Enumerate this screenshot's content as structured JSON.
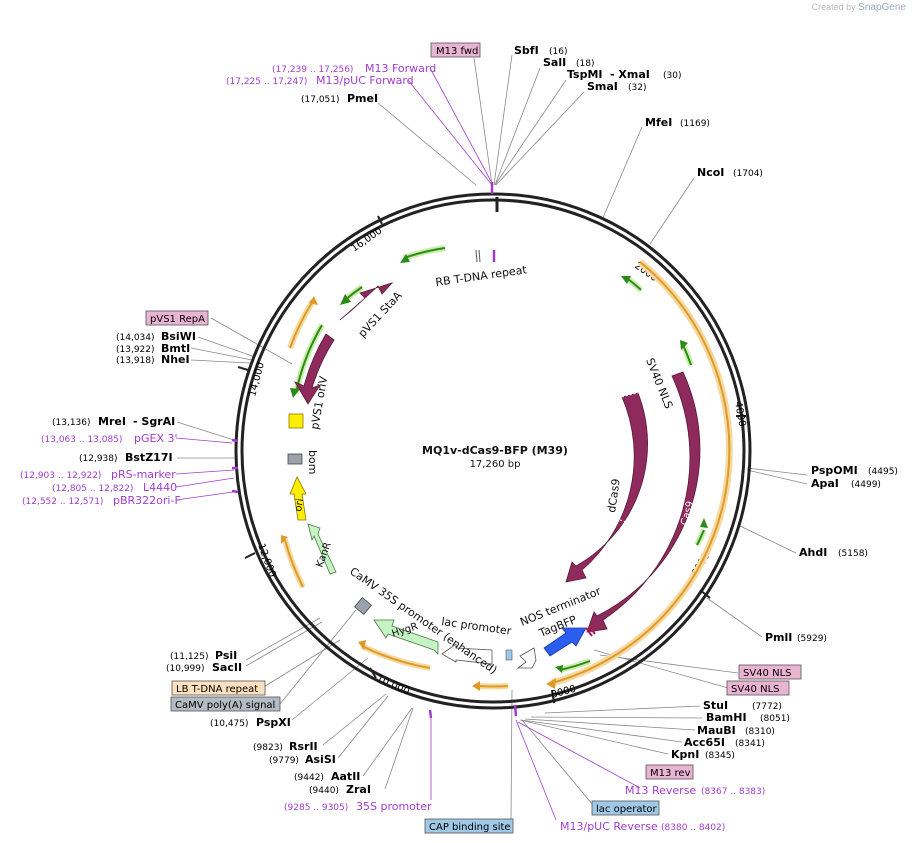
{
  "credit": {
    "prefix": "Created by",
    "brand": "SnapGene"
  },
  "map": {
    "name": "MQ1v-dCas9-BFP (M39)",
    "length": "17,260 bp",
    "ticks": [
      "2000",
      "4000",
      "6000",
      "8000",
      "10,000",
      "12,000",
      "14,000",
      "16,000"
    ]
  },
  "features": [
    {
      "label": "RB T-DNA repeat"
    },
    {
      "label": "pVS1 StaA"
    },
    {
      "label": "pVS1 oriV"
    },
    {
      "label": "bom"
    },
    {
      "label": "ori"
    },
    {
      "label": "KanR"
    },
    {
      "label": "CaMV 35S promoter (enhanced)"
    },
    {
      "label": "HygR"
    },
    {
      "label": "lac promoter"
    },
    {
      "label": "NOS terminator"
    },
    {
      "label": "TagBFP"
    },
    {
      "label": "dCas9"
    },
    {
      "label": "Cas9"
    },
    {
      "label": "SV40 NLS"
    }
  ],
  "annotations": {
    "m13fwd": "M13 fwd",
    "sbfI": "SbfI",
    "sbfI_pos": "(16)",
    "salI": "SalI",
    "salI_pos": "(18)",
    "tspMI": "TspMI",
    "xmaI": "- XmaI",
    "tspMI_pos": "(30)",
    "smaI": "SmaI",
    "smaI_pos": "(32)",
    "mfeI": "MfeI",
    "mfeI_pos": "(1169)",
    "ncoI": "NcoI",
    "ncoI_pos": "(1704)",
    "m13forward_pos": "(17,239 .. 17,256)",
    "m13forward": "M13 Forward",
    "m13puc_pos": "(17,225 .. 17,247)",
    "m13puc": "M13/pUC Forward",
    "pmeI_pos": "(17,051)",
    "pmeI": "PmeI",
    "pvs1repa": "pVS1 RepA",
    "bsiWI_pos": "(14,034)",
    "bsiWI": "BsiWI",
    "bmtI_pos": "(13,922)",
    "bmtI": "BmtI",
    "nheI_pos": "(13,918)",
    "nheI": "NheI",
    "mreI_pos": "(13,136)",
    "mreI": "MreI",
    "sgrAI": "- SgrAI",
    "pgex_pos": "(13,063 .. 13,085)",
    "pgex": "pGEX 3'",
    "bstZ17I_pos": "(12,938)",
    "bstZ17I": "BstZ17I",
    "prsmarker_pos": "(12,903 .. 12,922)",
    "prsmarker": "pRS-marker",
    "l4440_pos": "(12,805 .. 12,822)",
    "l4440": "L4440",
    "pbr_pos": "(12,552 .. 12,571)",
    "pbr": "pBR322ori-F",
    "pspOMI": "PspOMI",
    "pspOMI_pos": "(4495)",
    "apaI": "ApaI",
    "apaI_pos": "(4499)",
    "ahdI": "AhdI",
    "ahdI_pos": "(5158)",
    "pmlI": "PmlI",
    "pmlI_pos": "(5929)",
    "sv40nls_a": "SV40 NLS",
    "sv40nls_b": "SV40 NLS",
    "stuI": "StuI",
    "stuI_pos": "(7772)",
    "bamHI": "BamHI",
    "bamHI_pos": "(8051)",
    "mauBI": "MauBI",
    "mauBI_pos": "(8310)",
    "acc65I": "Acc65I",
    "acc65I_pos": "(8341)",
    "kpnI": "KpnI",
    "kpnI_pos": "(8345)",
    "m13rev": "M13 rev",
    "m13reverse": "M13 Reverse",
    "m13reverse_pos": "(8367 .. 8383)",
    "lacop": "lac operator",
    "m13pucrev": "M13/pUC Reverse",
    "m13pucrev_pos": "(8380 .. 8402)",
    "psiI_pos": "(11,125)",
    "psiI": "PsiI",
    "sacII_pos": "(10,999)",
    "sacII": "SacII",
    "lbtdna": "LB T-DNA repeat",
    "camvpolya": "CaMV poly(A) signal",
    "pspXI_pos": "(10,475)",
    "pspXI": "PspXI",
    "rsrII_pos": "(9823)",
    "rsrII": "RsrII",
    "asiSI_pos": "(9779)",
    "asiSI": "AsiSI",
    "aatII_pos": "(9442)",
    "aatII": "AatII",
    "zraI_pos": "(9440)",
    "zraI": "ZraI",
    "p35s_pos": "(9285 .. 9305)",
    "p35s": "35S promoter",
    "cap": "CAP binding site"
  }
}
